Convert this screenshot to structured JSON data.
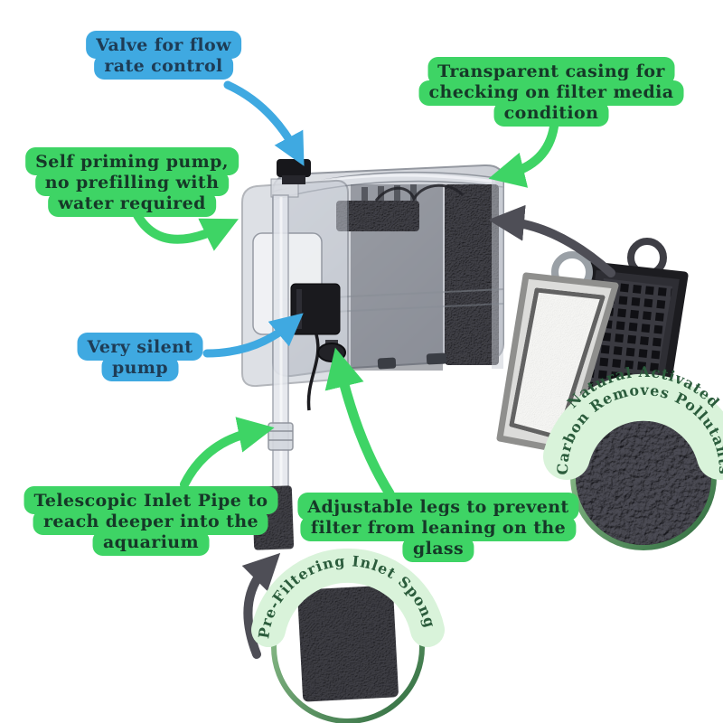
{
  "callouts": {
    "valve": {
      "lines": [
        "Valve for flow",
        "rate control"
      ],
      "color": "blue"
    },
    "transparent_casing": {
      "lines": [
        "Transparent casing for",
        "checking on filter media",
        "condition"
      ],
      "color": "green"
    },
    "self_priming": {
      "lines": [
        "Self priming pump,",
        "no prefilling with",
        "water required"
      ],
      "color": "green"
    },
    "silent_pump": {
      "lines": [
        "Very silent",
        "pump"
      ],
      "color": "blue"
    },
    "telescopic": {
      "lines": [
        "Telescopic Inlet Pipe to",
        "reach deeper into the",
        "aquarium"
      ],
      "color": "green"
    },
    "adjustable_legs": {
      "lines": [
        "Adjustable legs to prevent",
        "filter from leaning on the",
        "glass"
      ],
      "color": "green"
    }
  },
  "curved_labels": {
    "inlet_sponge": "Pre-Filtering Inlet Sponge",
    "carbon_line1": "Natural Activated",
    "carbon_line2": "Carbon Removes Pollutants"
  },
  "colors": {
    "callout_blue": "#3FA9E1",
    "callout_green": "#3ED465",
    "blue_text": "#1E3C55",
    "green_text": "#163828",
    "arrow_dark": "#4E4E56",
    "arc_band_green": "#D9F3DA",
    "curved_text_green": "#2B5C3C",
    "circle_ring_green": "#2E6B3E"
  }
}
